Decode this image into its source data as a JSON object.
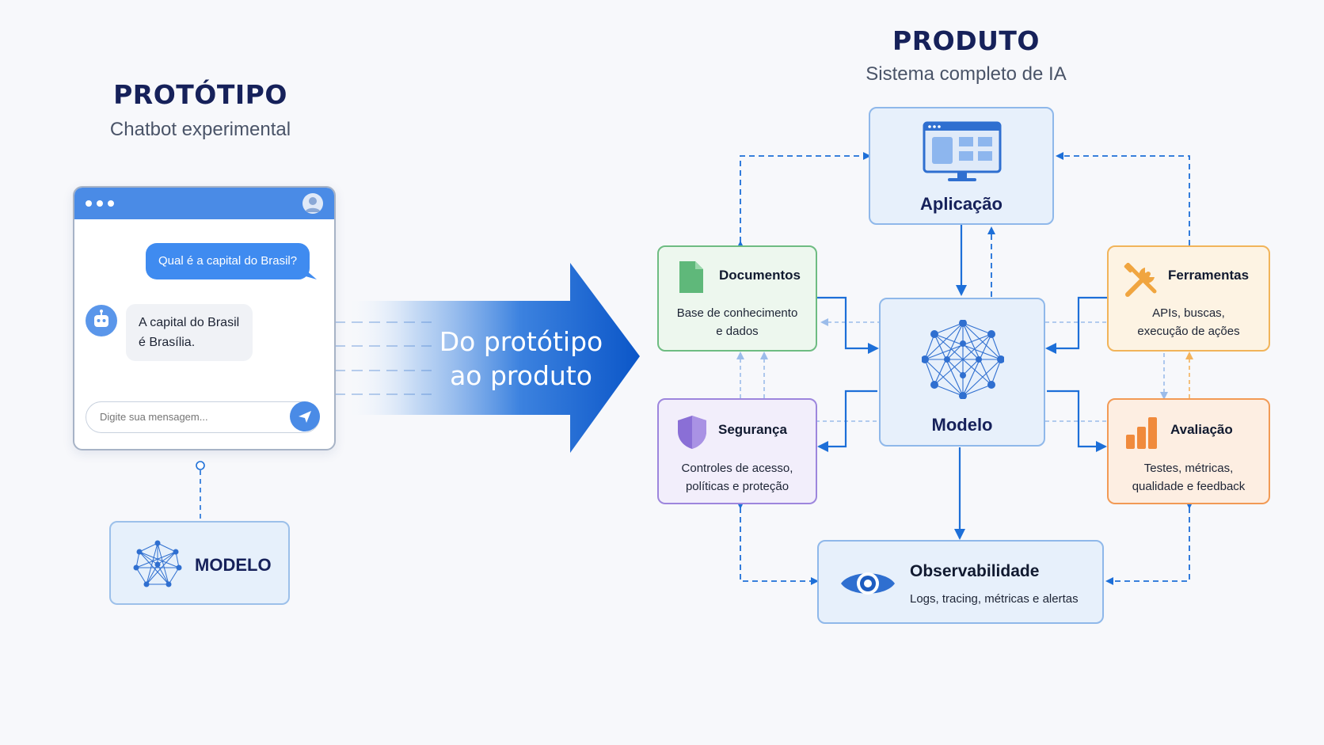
{
  "left": {
    "title": "PROTÓTIPO",
    "subtitle": "Chatbot experimental",
    "chat": {
      "user_message": "Qual é a capital do Brasil?",
      "bot_line1": "A capital do Brasil",
      "bot_line2": "é Brasília.",
      "input_placeholder": "Digite sua mensagem..."
    },
    "model_label": "MODELO"
  },
  "arrow": {
    "line1": "Do protótipo",
    "line2": "ao produto"
  },
  "right": {
    "title": "PRODUTO",
    "subtitle": "Sistema completo de IA",
    "nodes": {
      "aplicacao": {
        "title": "Aplicação"
      },
      "documentos": {
        "title": "Documentos",
        "desc1": "Base de conhecimento",
        "desc2": "e dados"
      },
      "modelo": {
        "title": "Modelo"
      },
      "ferramentas": {
        "title": "Ferramentas",
        "desc1": "APIs, buscas,",
        "desc2": "execução de ações"
      },
      "seguranca": {
        "title": "Segurança",
        "desc1": "Controles de acesso,",
        "desc2": "políticas e proteção"
      },
      "avaliacao": {
        "title": "Avaliação",
        "desc1": "Testes, métricas,",
        "desc2": "qualidade e feedback"
      },
      "observabilidade": {
        "title": "Observabilidade",
        "desc": "Logs, tracing, métricas e alertas"
      }
    }
  },
  "colors": {
    "accent": "#1d6fd8",
    "documentos": "#4caf6a",
    "seguranca": "#8a6fd6",
    "ferramentas": "#f0a540",
    "avaliacao": "#f08a3c",
    "navy": "#16215a"
  }
}
